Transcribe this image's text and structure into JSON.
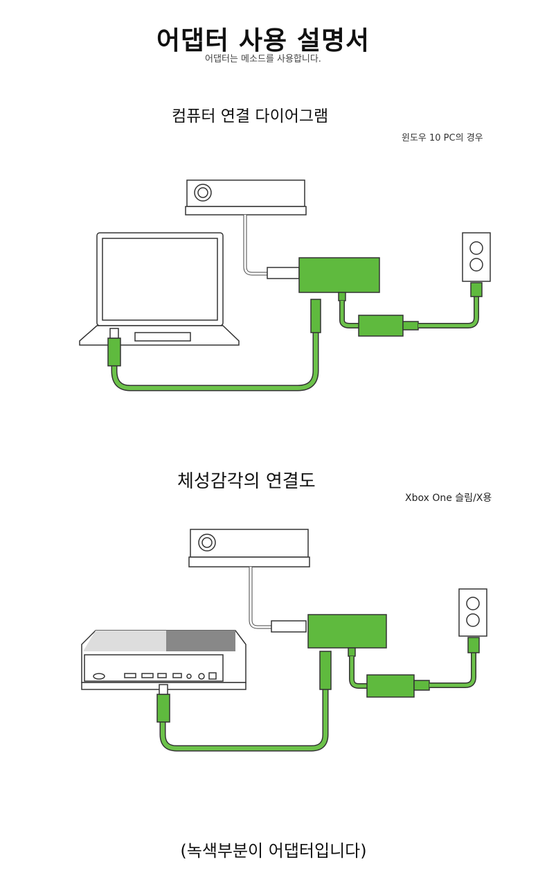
{
  "header": {
    "title": "어댑터 사용 설명서",
    "subtitle": "어댑터는 메소드를 사용합니다."
  },
  "sections": [
    {
      "title": "컴퓨터 연결 다이어그램",
      "note": "윈도우 10 PC의 경우"
    },
    {
      "title": "체성감각의 연결도",
      "note": "Xbox One 슬림/X용"
    }
  ],
  "footer": {
    "text": "(녹색부분이 어댑터입니다)"
  },
  "colors": {
    "adapter_green": "#5fba3e",
    "cable_green": "#6cc24a",
    "line": "#333333"
  }
}
